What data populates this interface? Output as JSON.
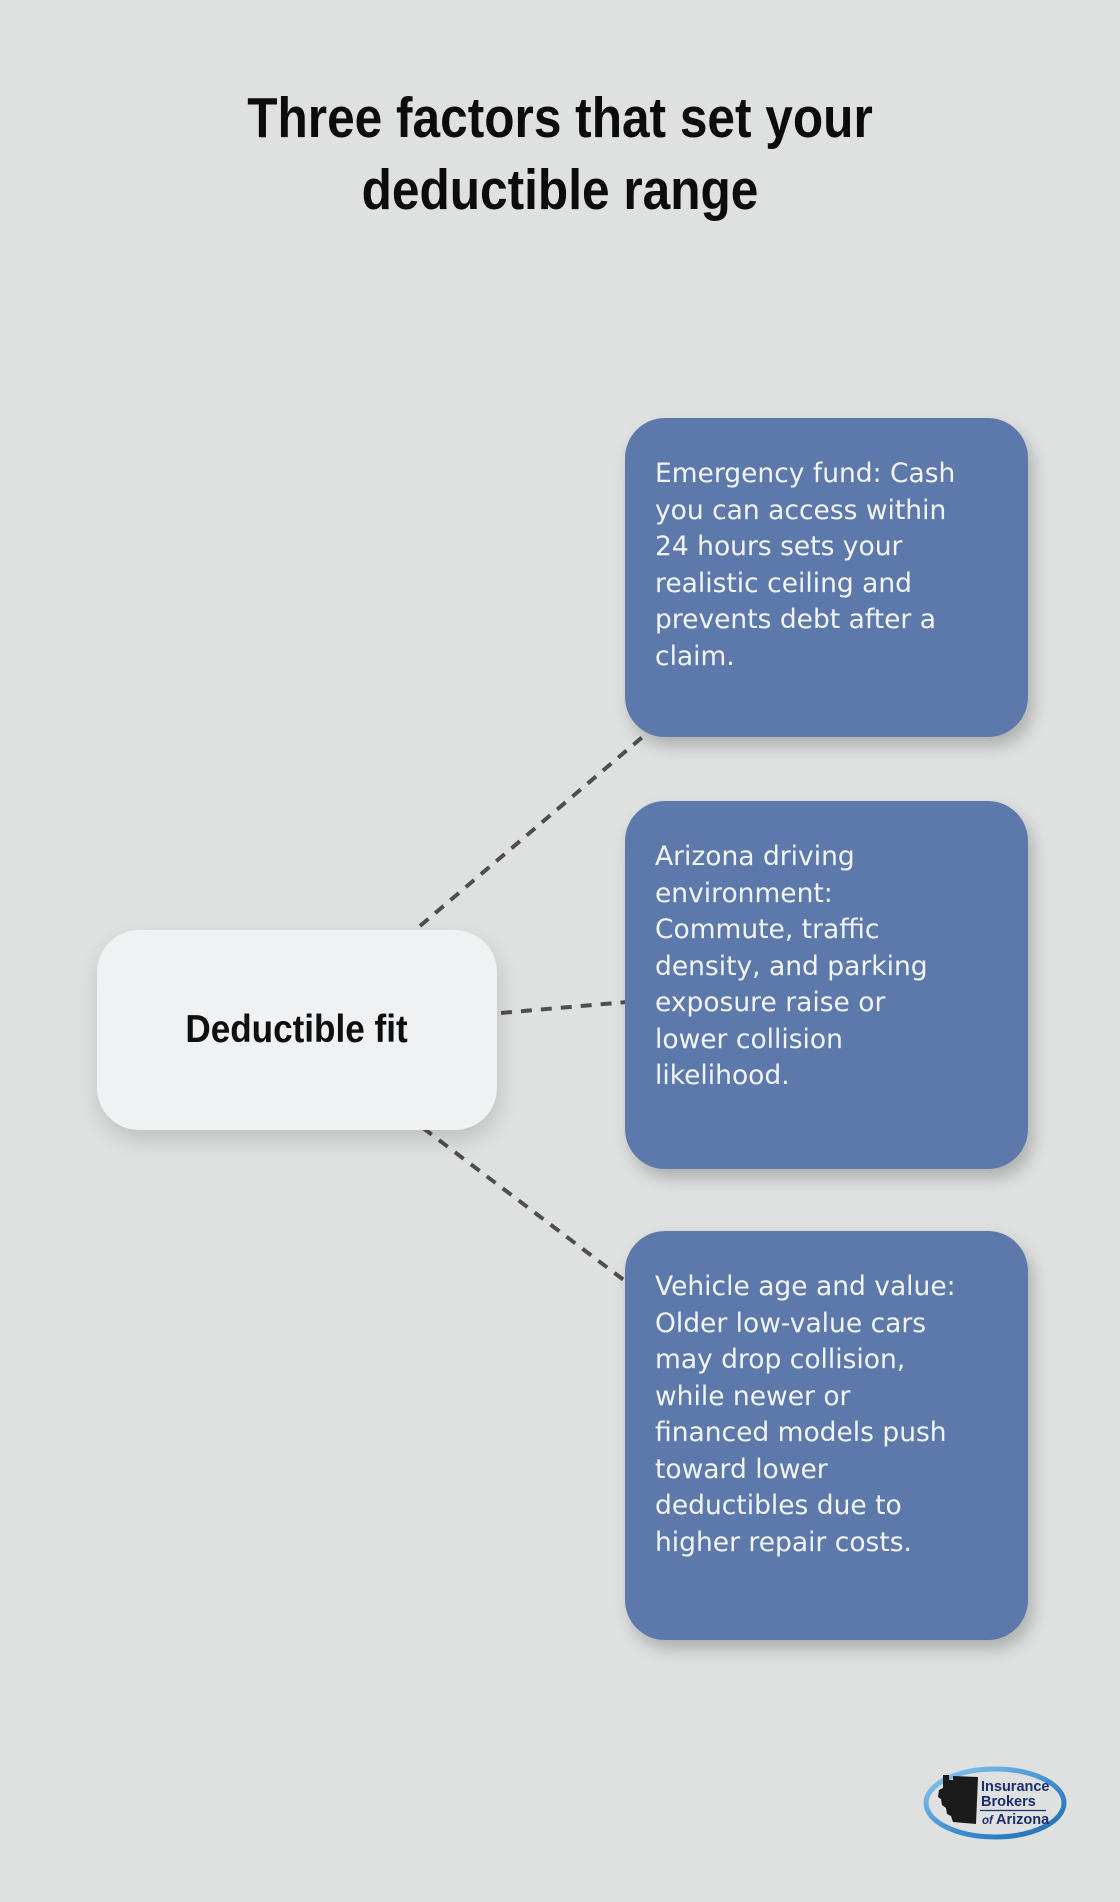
{
  "title": "Three factors that set your\ndeductible range",
  "center_node": {
    "label": "Deductible fit"
  },
  "factors": [
    {
      "text": "Emergency fund: Cash\nyou can access within\n24 hours sets your\nrealistic ceiling and\nprevents debt after a\nclaim."
    },
    {
      "text": "Arizona driving\nenvironment:\nCommute, traffic\ndensity, and parking\nexposure raise or\nlower collision\nlikelihood."
    },
    {
      "text": "Vehicle age and value:\nOlder low-value cars\nmay drop collision,\nwhile newer or\nfinanced models push\ntoward lower\ndeductibles due to\nhigher repair costs."
    }
  ],
  "logo": {
    "line1": "Insurance",
    "line2": "Brokers",
    "line3_prefix": "of",
    "line3_word": "Arizona"
  },
  "colors": {
    "background": "#dfe0e0",
    "factor_fill": "#5d79ac",
    "factor_text": "#f2f5f8",
    "center_fill": "#f0f1f3",
    "title_text": "#0c0c0c",
    "connector": "#4f4f4f",
    "logo_ring_light": "#8ec9ef",
    "logo_ring_dark": "#1e6cb0",
    "logo_text": "#1c2e6e"
  }
}
